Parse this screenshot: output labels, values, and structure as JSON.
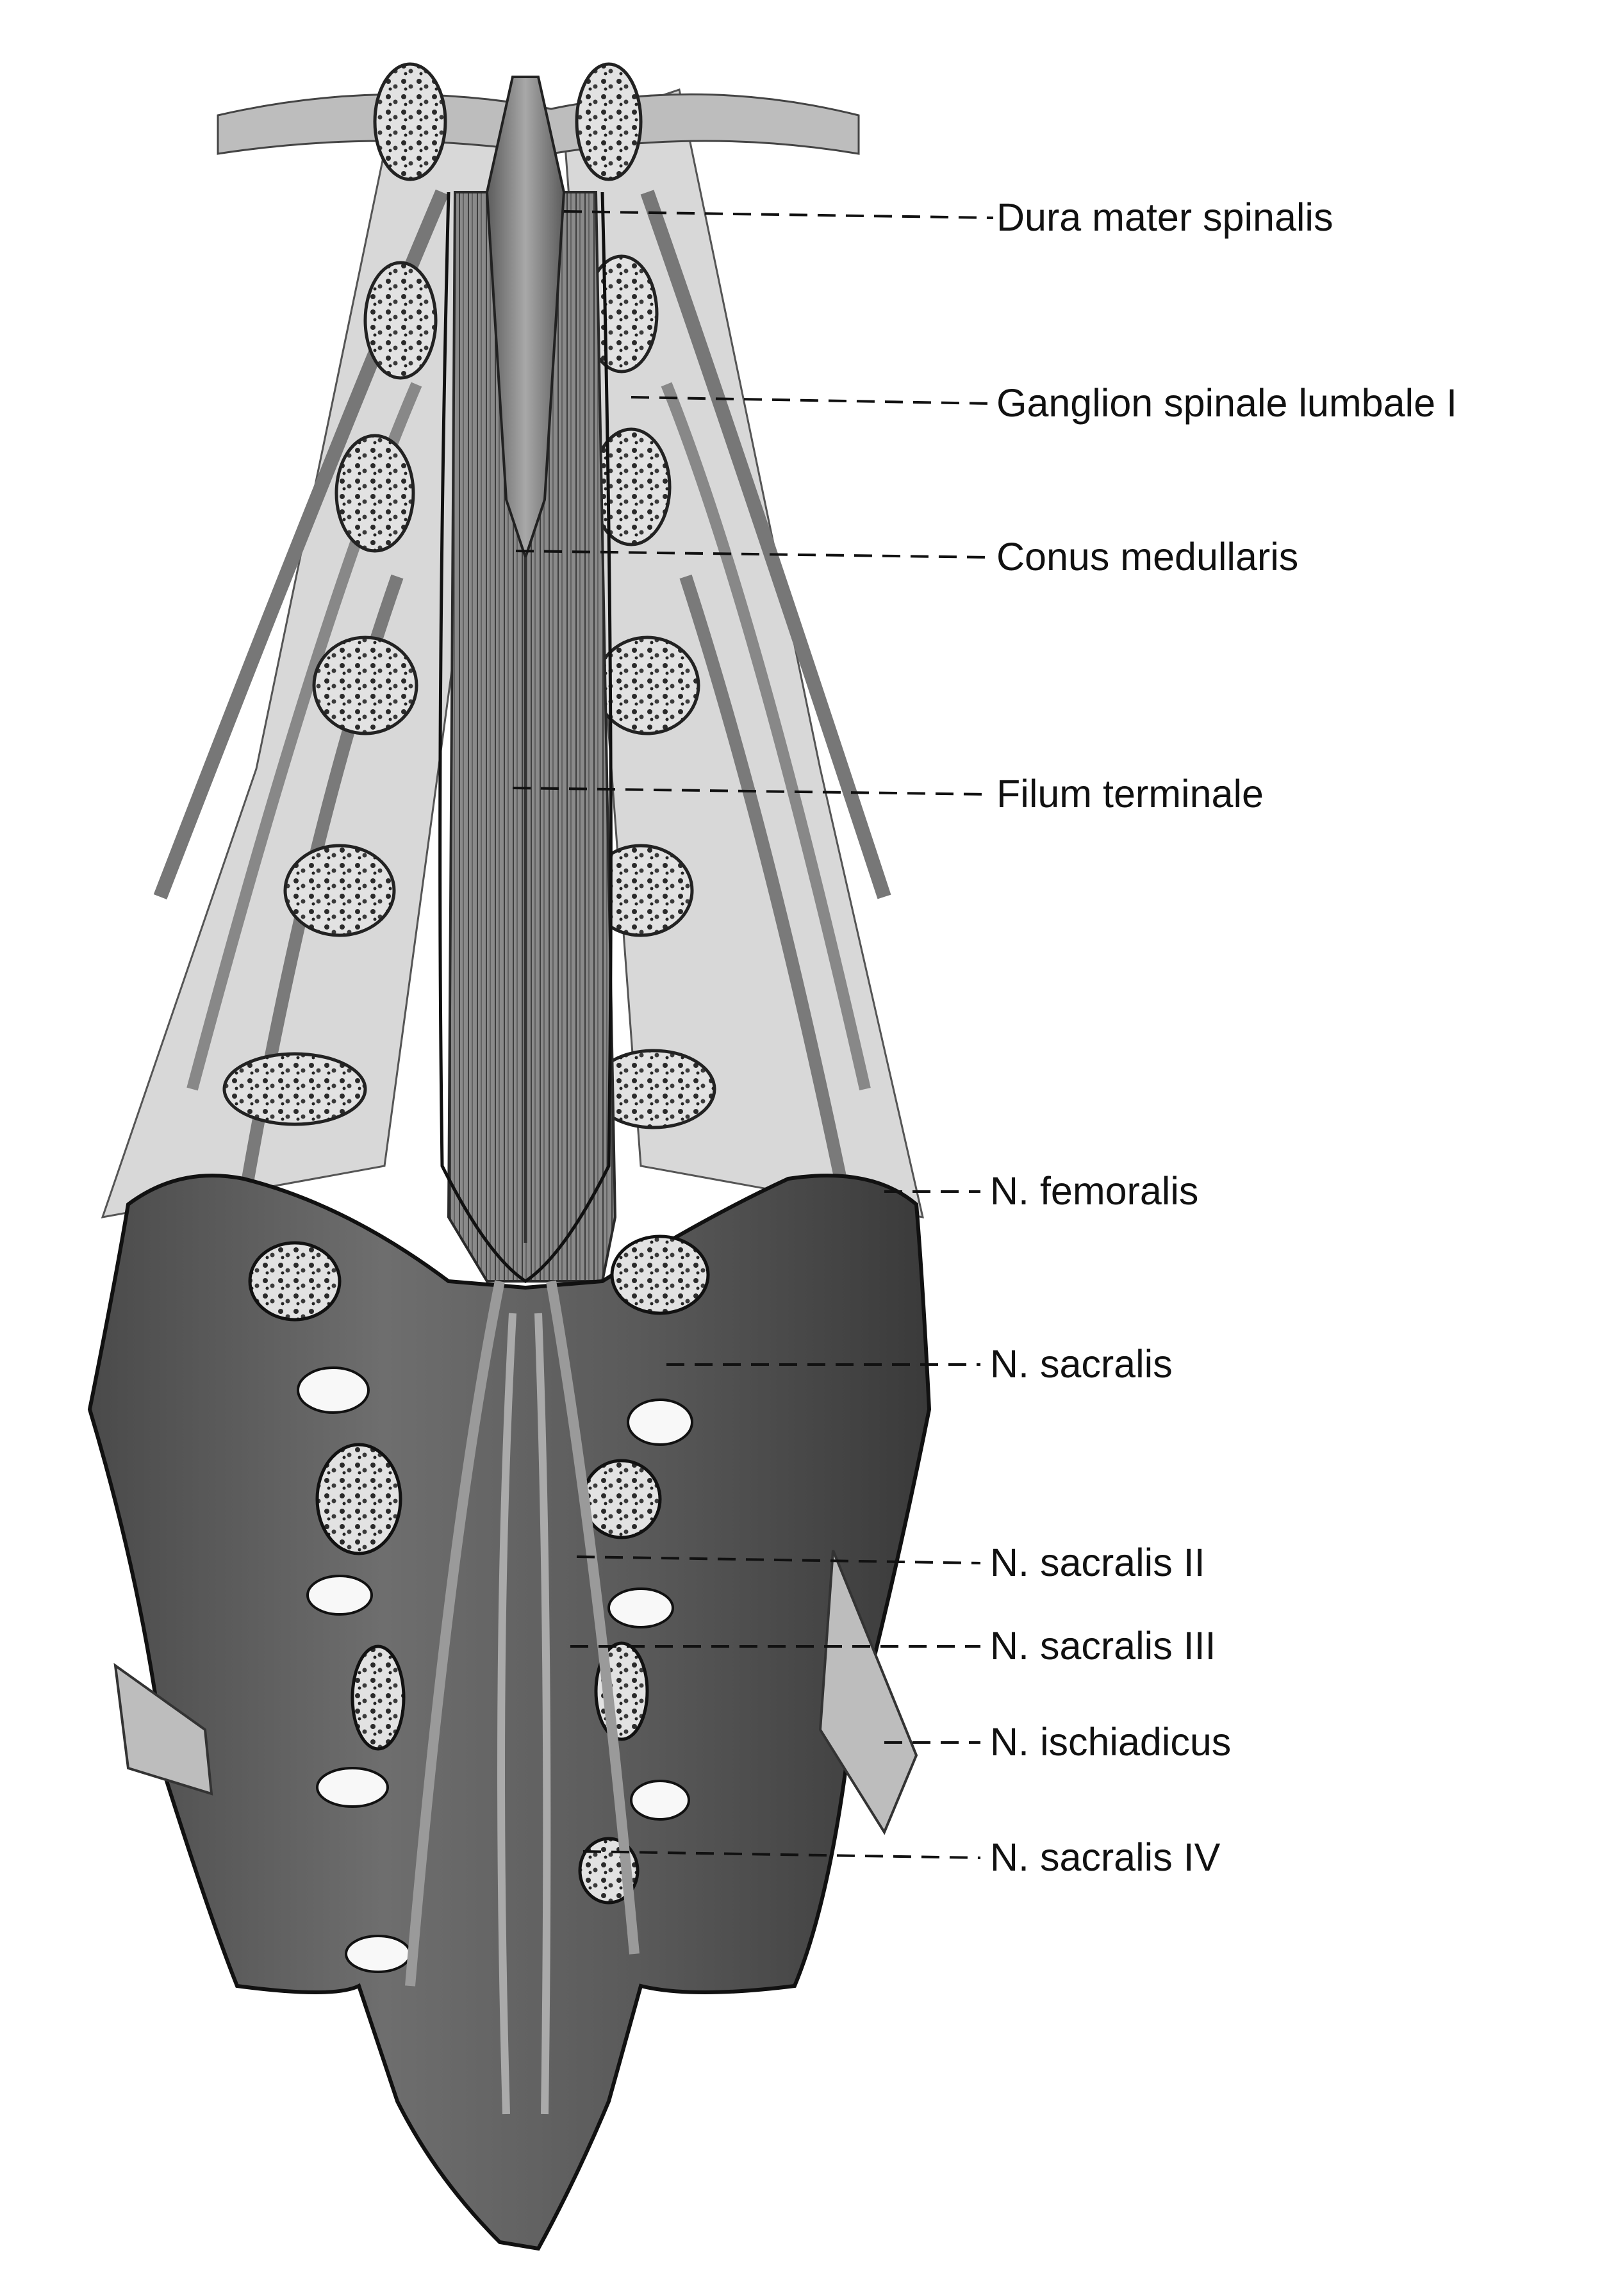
{
  "labels": [
    {
      "id": "dura",
      "text": "Dura mater spinalis"
    },
    {
      "id": "ganglion",
      "text": "Ganglion spinale lumbale I"
    },
    {
      "id": "conus",
      "text": "Conus medullaris"
    },
    {
      "id": "filum",
      "text": "Filum terminale"
    },
    {
      "id": "femoralis",
      "text": "N. femoralis"
    },
    {
      "id": "sacralis",
      "text": "N. sacralis"
    },
    {
      "id": "sacralis2",
      "text": "N. sacralis II"
    },
    {
      "id": "sacralis3",
      "text": "N. sacralis III"
    },
    {
      "id": "ischiadicus",
      "text": "N. ischiadicus"
    },
    {
      "id": "sacralis4",
      "text": "N. sacralis IV"
    }
  ],
  "colors": {
    "ink": "#111111",
    "background": "#ffffff",
    "bone_dark": "#2f2f2f",
    "bone_mid": "#6a6a6a",
    "tissue_light": "#c9c9c9"
  }
}
